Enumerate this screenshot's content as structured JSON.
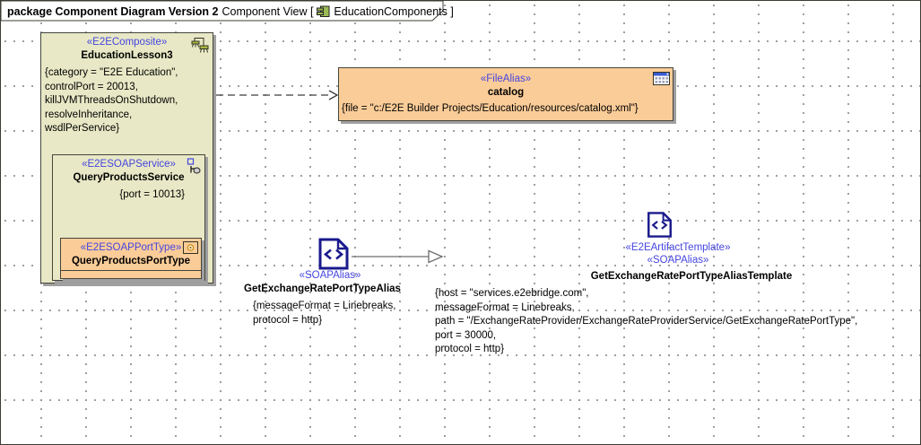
{
  "header": {
    "package_label": "package Component Diagram Version 2",
    "diagram_type_label": "Component View [",
    "diagram_name_label": "EducationComponents ]"
  },
  "nodes": {
    "education_lesson3": {
      "stereotype": "«E2EComposite»",
      "name": "EducationLesson3",
      "properties": [
        "{category = \"E2E Education\",",
        "controlPort = 20013,",
        "killJVMThreadsOnShutdown,",
        "resolveInheritance,",
        "wsdlPerService}"
      ]
    },
    "query_products_service": {
      "stereotype": "«E2ESOAPService»",
      "name": "QueryProductsService",
      "port_property": "{port = 10013}"
    },
    "query_products_port_type": {
      "stereotype": "«E2ESOAPPortType»",
      "name": "QueryProductsPortType"
    },
    "catalog": {
      "stereotype": "«FileAlias»",
      "name": "catalog",
      "file_property": "{file = \"c:/E2E Builder Projects/Education/resources/catalog.xml\"}"
    },
    "get_exchange_rate_port_type_alias": {
      "stereotype": "«SOAPAlias»",
      "name": "GetExchangeRatePortTypeAlias",
      "properties": [
        "{messageFormat = Linebreaks,",
        "protocol = http}"
      ]
    },
    "get_exchange_rate_port_type_alias_template": {
      "stereotype_1": "«E2EArtifactTemplate»",
      "stereotype_2": "«SOAPAlias»",
      "name": "GetExchangeRatePortTypeAliasTemplate",
      "properties": [
        "{host = \"services.e2ebridge.com\",",
        "messageFormat = Linebreaks,",
        "path = \"/ExchangeRateProvider/ExchangeRateProviderService/GetExchangeRatePortType\",",
        "port = 30000,",
        "protocol = http}"
      ]
    }
  },
  "colors": {
    "node_khaki": "#e8e8c6",
    "node_orange": "#facc98",
    "stereotype_blue": "#4545e0",
    "icon_navy": "#1a1a8c",
    "border": "#44443c",
    "shadow": "#9f9f9f"
  },
  "icons": {
    "header": "uml-component-icon",
    "education_lesson3": "composite-structure-icon",
    "query_products_service": "soap-service-icon",
    "query_products_port_type": "port-type-icon",
    "catalog": "file-table-icon",
    "alias": "code-document-icon",
    "template": "code-document-icon"
  }
}
